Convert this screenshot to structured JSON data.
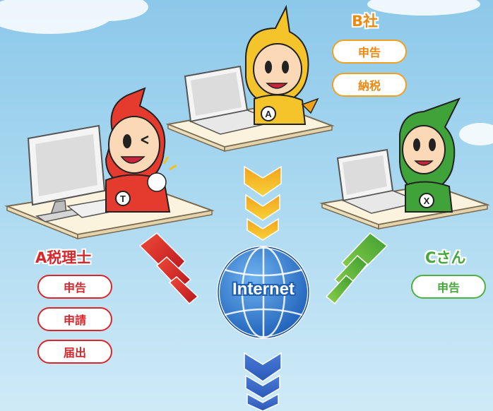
{
  "colors": {
    "red": "#d9262a",
    "orange": "#ea8a12",
    "green": "#45a83a",
    "blue": "#1f5fb5"
  },
  "network": {
    "label": "Internet",
    "icon": "globe-icon"
  },
  "firms": {
    "a_tax_accountant": {
      "name": "A税理士",
      "badge": "T",
      "items": [
        "申告",
        "申請",
        "届出"
      ]
    },
    "b_company": {
      "name": "B社",
      "badge": "A",
      "items": [
        "申告",
        "納税"
      ]
    },
    "c_person": {
      "name": "Cさん",
      "badge": "X",
      "items": [
        "申告"
      ]
    }
  }
}
